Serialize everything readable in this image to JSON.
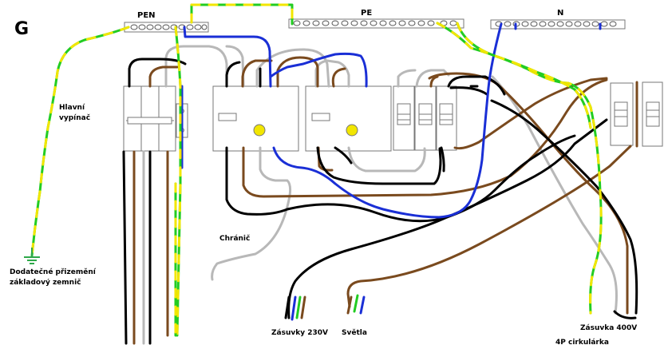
{
  "diagram": {
    "corner_letter": "G",
    "busbars": {
      "pen": "PEN",
      "pe": "PE",
      "n": "N"
    },
    "labels": {
      "main_switch": [
        "Hlavní",
        "vypínač"
      ],
      "rcd": "Chránič",
      "earthing": [
        "Dodatečné přizemění",
        "základový zemnič"
      ],
      "outlets_230": "Zásuvky 230V",
      "lights": "Světla",
      "outlet_400": "Zásuvka 400V",
      "saw": "4P cirkulárka"
    },
    "colors": {
      "phase_black": "#000000",
      "phase_brown": "#7a4a1e",
      "phase_grey": "#b8b8b8",
      "neutral_blue": "#1a2fd6",
      "earth_green": "#22cc22",
      "earth_yellow": "#f2e600",
      "device_gray": "#7f7f7f",
      "rcd_test_button": "#f2e600"
    }
  }
}
